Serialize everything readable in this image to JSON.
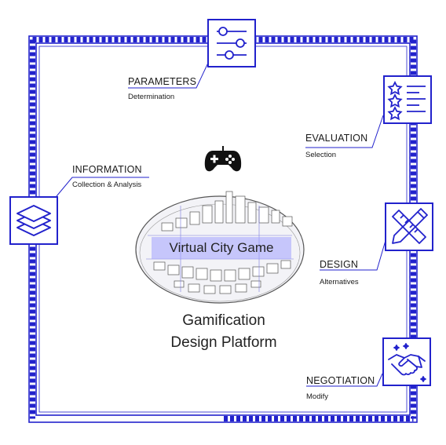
{
  "nodes": {
    "parameters": {
      "title": "PARAMETERS",
      "subtitle": "Determination",
      "icon": "sliders-icon"
    },
    "evaluation": {
      "title": "EVALUATION",
      "subtitle": "Selection",
      "icon": "rated-list-icon"
    },
    "information": {
      "title": "INFORMATION",
      "subtitle": "Collection & Analysis",
      "icon": "layers-icon"
    },
    "design": {
      "title": "DESIGN",
      "subtitle": "Alternatives",
      "icon": "ruler-pencil-icon"
    },
    "negotiation": {
      "title": "NEGOTIATION",
      "subtitle": "Modify",
      "icon": "handshake-icon"
    }
  },
  "center": {
    "city_label": "Virtual City Game",
    "title_line1": "Gamification",
    "title_line2": "Design Platform",
    "icon": "gamepad-icon"
  },
  "colors": {
    "accent": "#2222cc",
    "text": "#1a1a1a"
  }
}
